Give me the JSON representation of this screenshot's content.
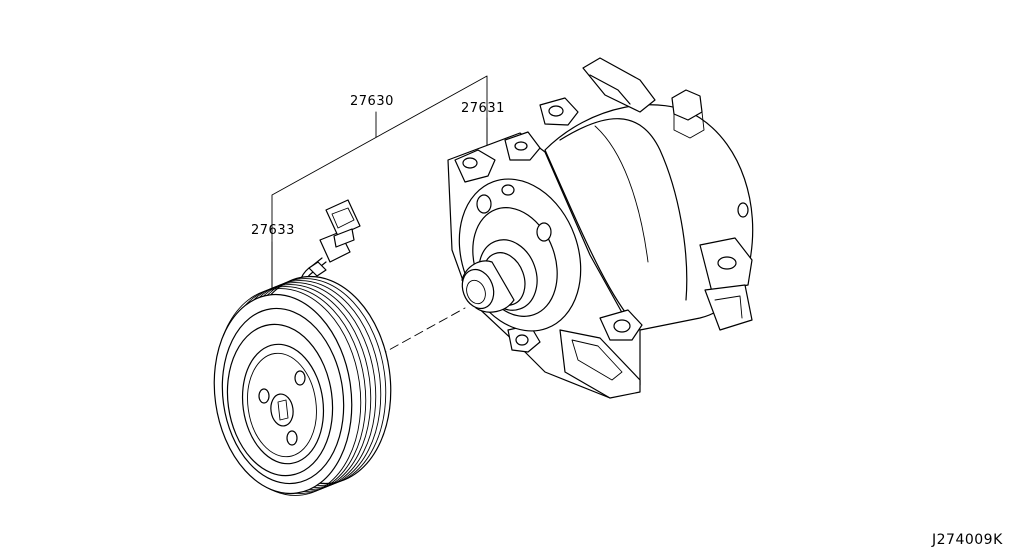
{
  "callouts": {
    "assembly": "27630",
    "compressor": "27631",
    "clutch": "27633"
  },
  "diagram_code": "J274009K"
}
